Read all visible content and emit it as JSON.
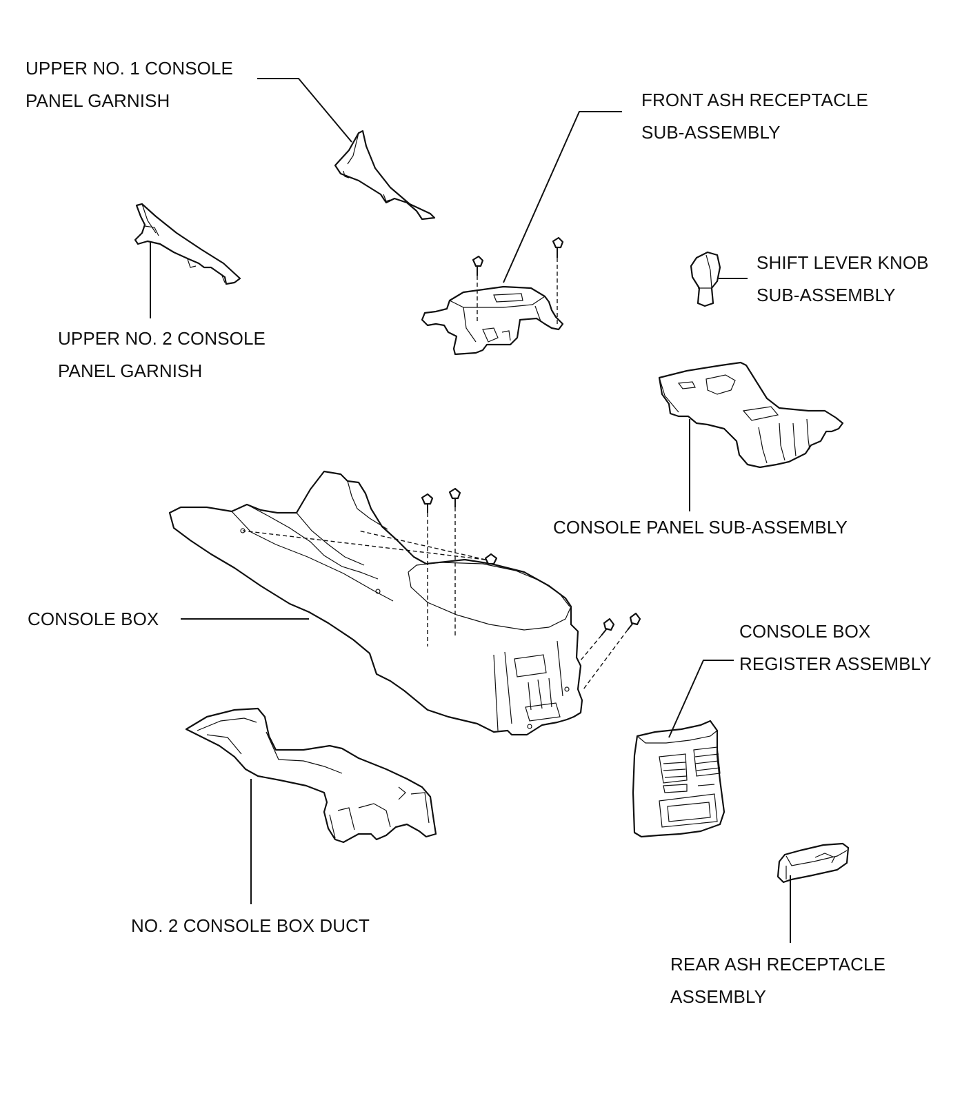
{
  "labels": {
    "upper_no1_garnish": {
      "line1": "UPPER NO. 1 CONSOLE",
      "line2": "PANEL GARNISH"
    },
    "front_ash_receptacle": {
      "line1": "FRONT ASH RECEPTACLE",
      "line2": "SUB-ASSEMBLY"
    },
    "shift_lever_knob": {
      "line1": "SHIFT LEVER KNOB",
      "line2": "SUB-ASSEMBLY"
    },
    "upper_no2_garnish": {
      "line1": "UPPER NO. 2 CONSOLE",
      "line2": "PANEL GARNISH"
    },
    "console_panel": {
      "line1": "CONSOLE PANEL SUB-ASSEMBLY"
    },
    "console_box": {
      "line1": "CONSOLE BOX"
    },
    "console_box_register": {
      "line1": "CONSOLE BOX",
      "line2": "REGISTER ASSEMBLY"
    },
    "no2_console_box_duct": {
      "line1": "NO. 2 CONSOLE BOX DUCT"
    },
    "rear_ash_receptacle": {
      "line1": "REAR ASH RECEPTACLE",
      "line2": "ASSEMBLY"
    }
  },
  "colors": {
    "line": "#111111",
    "background": "#ffffff"
  }
}
